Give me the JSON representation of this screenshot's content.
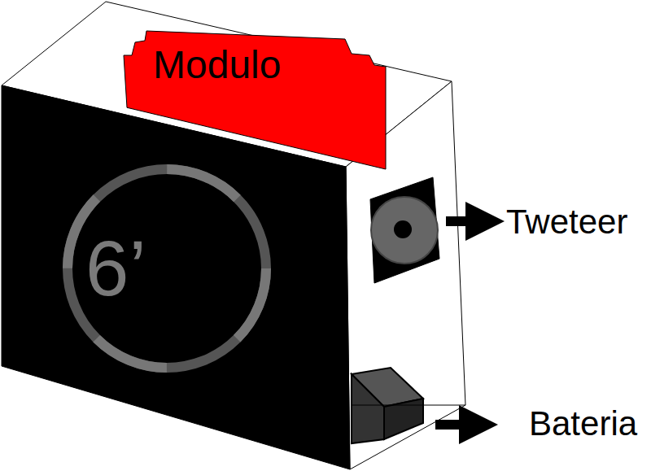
{
  "diagram": {
    "nodes": [
      {
        "text": [
          "Modulo"
        ]
      },
      {
        "text": [
          "6’"
        ]
      }
    ],
    "labels": [
      "Tweteer",
      "Bateria"
    ]
  }
}
